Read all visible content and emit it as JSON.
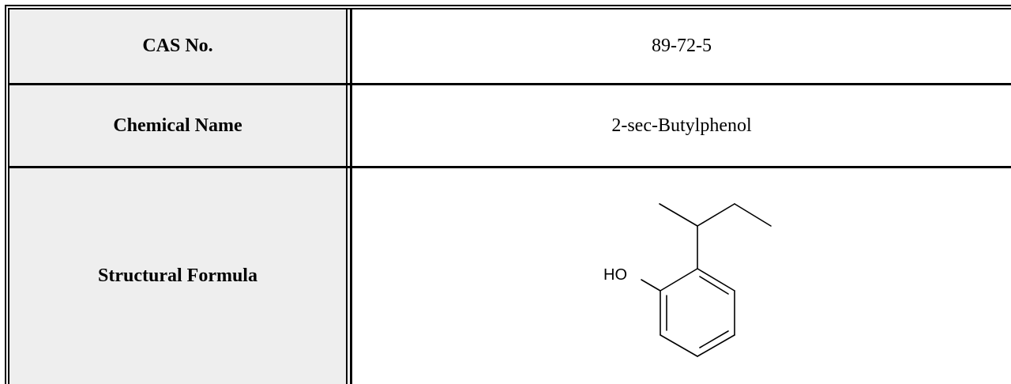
{
  "table": {
    "rows": [
      {
        "label": "CAS No.",
        "value": "89-72-5"
      },
      {
        "label": "Chemical Name",
        "value": "2-sec-Butylphenol"
      },
      {
        "label": "Structural Formula",
        "value": ""
      }
    ],
    "structure": {
      "hydroxyl_label": "HO"
    }
  },
  "colors": {
    "label_background": "#eeeeee",
    "border": "#000000"
  }
}
